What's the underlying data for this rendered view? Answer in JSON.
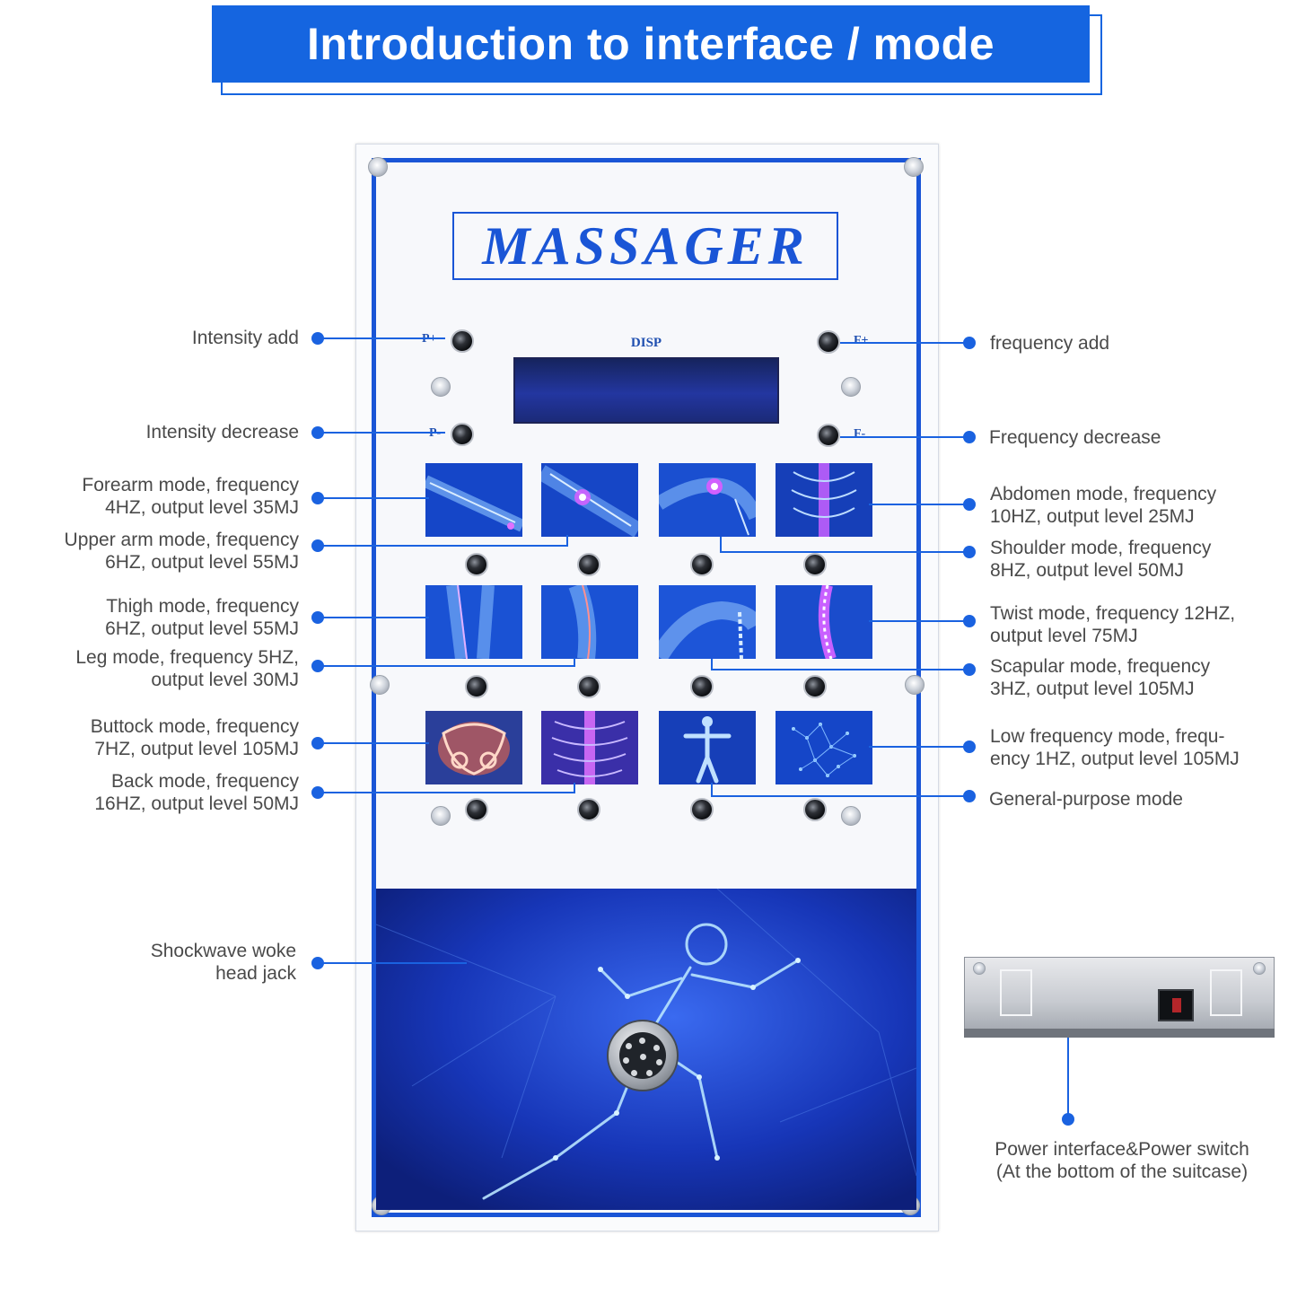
{
  "header": {
    "title": "Introduction to interface / mode"
  },
  "device": {
    "brand": "MASSAGER",
    "display_label": "DISP",
    "button_marks": {
      "p_plus": "P+",
      "p_minus": "P-",
      "f_plus": "F+",
      "f_minus": "F-"
    }
  },
  "labels": {
    "left": [
      "Intensity add",
      "Intensity decrease",
      "Forearm mode, frequency\n4HZ, output level 35MJ",
      "Upper arm mode, frequency\n6HZ, output level 55MJ",
      "Thigh mode, frequency\n6HZ, output level 55MJ",
      "Leg mode, frequency 5HZ,\noutput level 30MJ",
      "Buttock mode, frequency\n7HZ, output level 105MJ",
      "Back mode, frequency\n16HZ, output level 50MJ",
      "Shockwave woke\nhead jack"
    ],
    "right": [
      "frequency add",
      "Frequency decrease",
      "Abdomen mode, frequency\n10HZ, output level 25MJ",
      "Shoulder mode, frequency\n8HZ, output level 50MJ",
      "Twist mode, frequency 12HZ,\noutput level 75MJ",
      "Scapular mode, frequency\n3HZ, output level 105MJ",
      "Low frequency mode, frequ-\nency 1HZ, output level 105MJ",
      "General-purpose mode"
    ],
    "power": "Power interface&Power switch\n(At the bottom of the suitcase)"
  },
  "colors": {
    "accent": "#1565e0",
    "frame": "#1a55d6",
    "dot": "#1a62e0",
    "tile_bg": "#1546c8"
  },
  "tiles": [
    {
      "icon": "forearm-icon"
    },
    {
      "icon": "upper-arm-icon"
    },
    {
      "icon": "shoulder-icon"
    },
    {
      "icon": "abdomen-icon"
    },
    {
      "icon": "thigh-icon"
    },
    {
      "icon": "leg-icon"
    },
    {
      "icon": "scapular-icon"
    },
    {
      "icon": "twist-icon"
    },
    {
      "icon": "buttock-icon"
    },
    {
      "icon": "back-icon"
    },
    {
      "icon": "general-body-icon"
    },
    {
      "icon": "low-frequency-icon"
    }
  ]
}
